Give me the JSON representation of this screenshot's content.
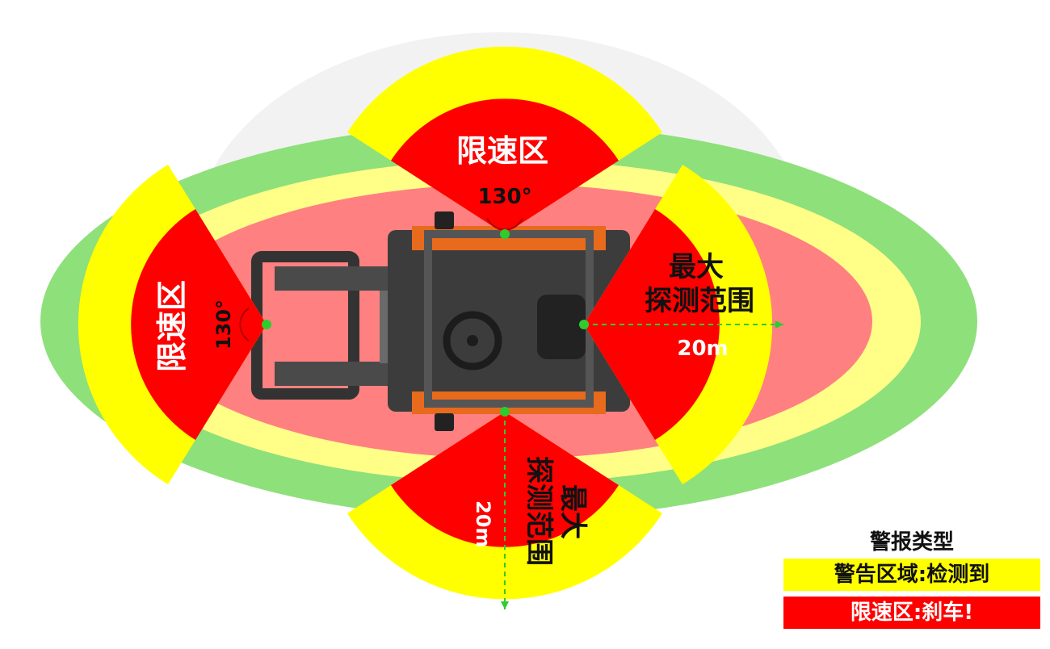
{
  "diagram": {
    "zones": {
      "top": {
        "label": "限速区",
        "angle": "130°"
      },
      "left": {
        "label": "限速区",
        "angle": "130°"
      },
      "right": {
        "label_line1": "最大",
        "label_line2": "探测范围",
        "distance": "20m"
      },
      "bottom": {
        "label_line1": "最大",
        "label_line2": "探测范围",
        "distance": "20m"
      }
    },
    "colors": {
      "green": "#8ee07a",
      "light_yellow": "#ffff88",
      "light_red": "#ff8080",
      "yellow": "#ffff00",
      "red": "#ff0000",
      "marker": "#2ecc2e"
    }
  },
  "legend": {
    "title": "警报类型",
    "items": [
      {
        "label": "警告区域:检测到",
        "color": "#ffff00"
      },
      {
        "label": "限速区:刹车!",
        "color": "#ff0000"
      }
    ]
  }
}
